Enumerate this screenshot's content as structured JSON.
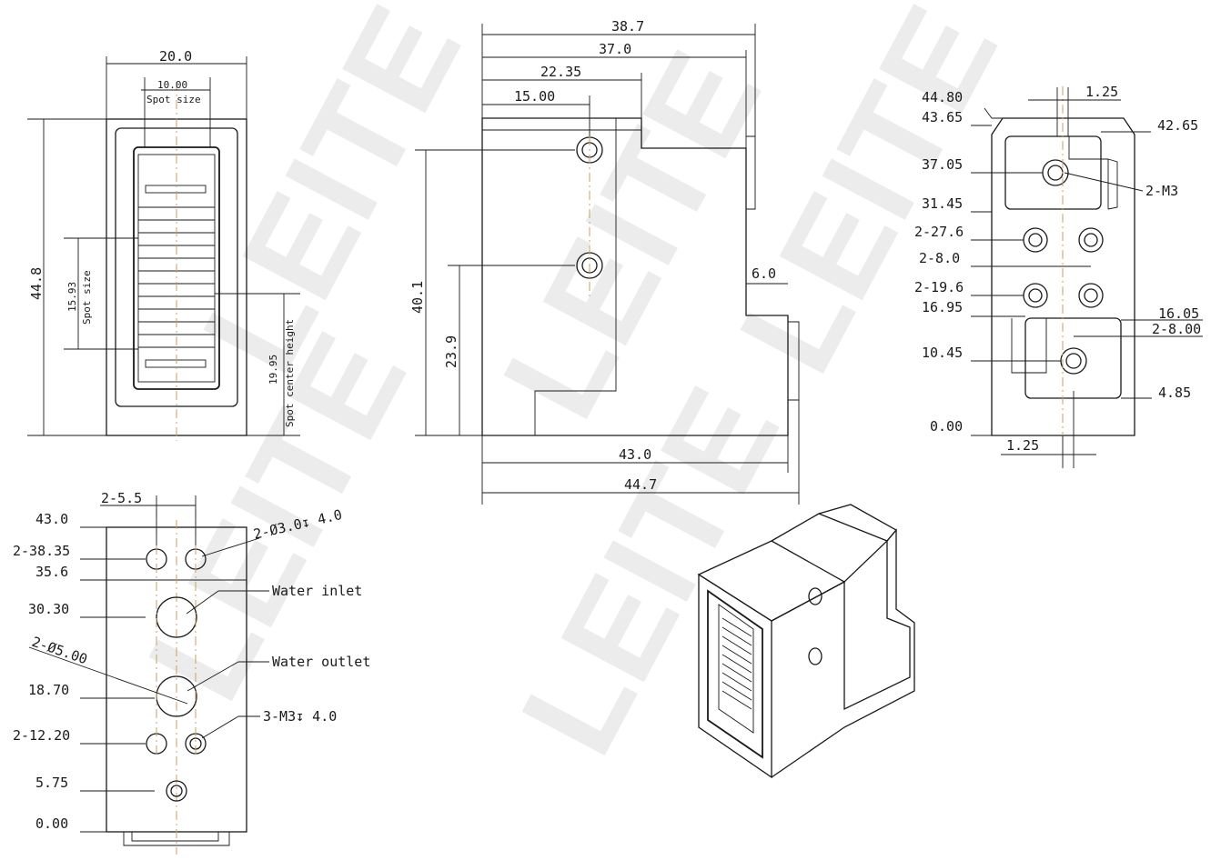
{
  "watermark": "LEITE",
  "front_view": {
    "width": "20.0",
    "spot_width": "10.00",
    "spot_size_label": "Spot size",
    "height": "44.8",
    "spot_height": "15.93",
    "spot_size_label_v": "Spot size",
    "spot_center": "19.95",
    "spot_center_label": "Spot center height"
  },
  "side_view": {
    "dims_top": [
      "38.7",
      "37.0",
      "22.35",
      "15.00"
    ],
    "height_total": "40.1",
    "height_hole": "23.9",
    "step": "6.0",
    "dims_bottom": [
      "43.0",
      "44.7"
    ]
  },
  "rear_view": {
    "left_labels": [
      "44.80",
      "43.65",
      "37.05",
      "31.45",
      "2-27.6",
      "2-8.0",
      "2-19.6",
      "16.95",
      "10.45",
      "0.00"
    ],
    "right_labels": [
      "1.25",
      "42.65",
      "2-M3",
      "16.05",
      "2-8.00",
      "4.85"
    ],
    "bottom_label": "1.25"
  },
  "bottom_view": {
    "top_dim": "2-5.5",
    "left_labels": [
      "43.0",
      "2-38.35",
      "35.6",
      "30.30",
      "18.70",
      "2-12.20",
      "5.75",
      "0.00"
    ],
    "diag_label": "2-Ø5.00",
    "callouts": [
      "2-Ø3.0↧ 4.0",
      "Water inlet",
      "Water outlet",
      "3-M3↧ 4.0"
    ]
  }
}
